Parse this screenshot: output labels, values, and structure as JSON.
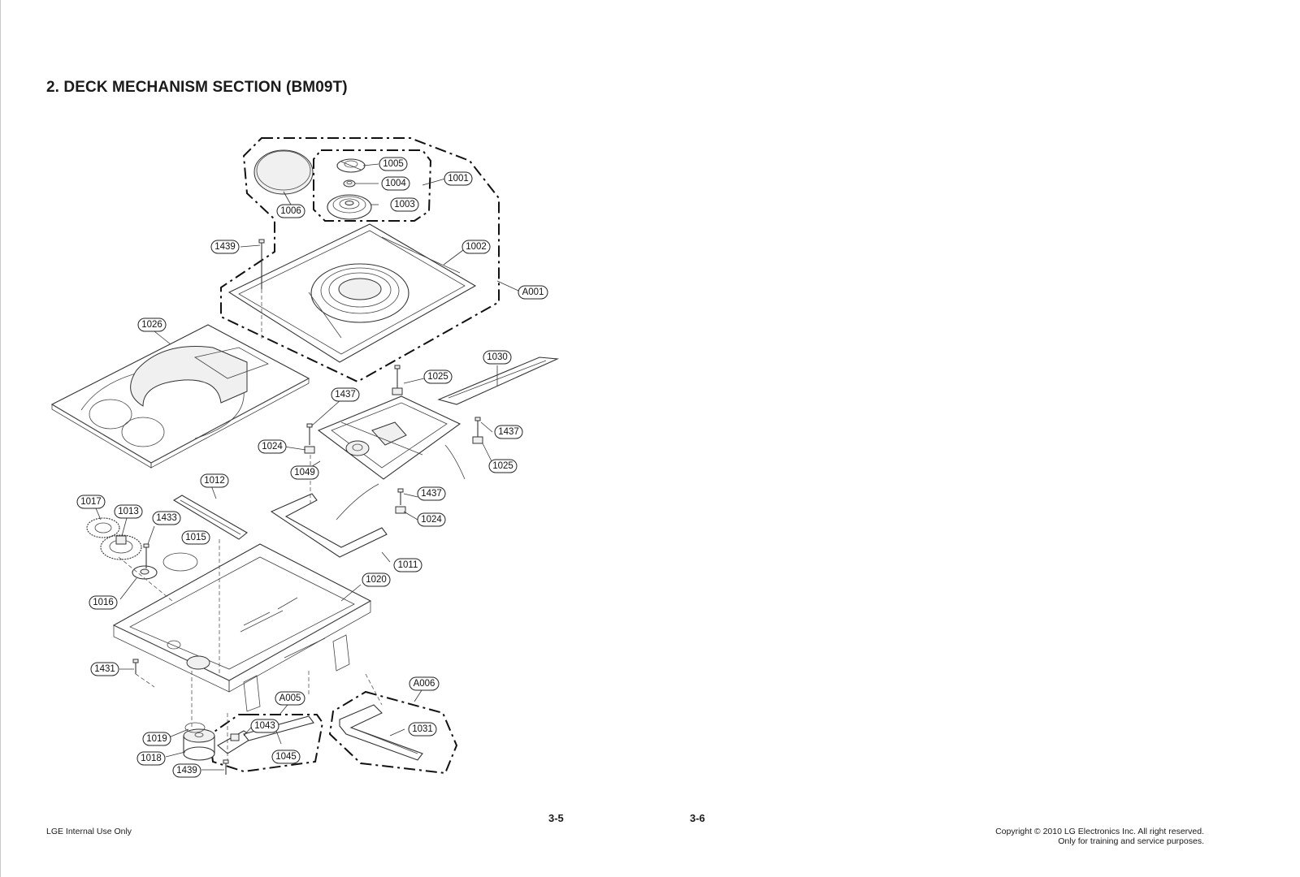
{
  "title": "2. DECK MECHANISM SECTION (BM09T)",
  "labels": {
    "p1005": "1005",
    "p1004": "1004",
    "p1001": "1001",
    "p1003": "1003",
    "p1006": "1006",
    "p1439a": "1439",
    "p1002": "1002",
    "pA001": "A001",
    "p1026": "1026",
    "p1030": "1030",
    "p1025a": "1025",
    "p1437a": "1437",
    "p1437b": "1437",
    "p1024a": "1024",
    "p1049": "1049",
    "p1025b": "1025",
    "p1437c": "1437",
    "p1024b": "1024",
    "p1012": "1012",
    "p1017": "1017",
    "p1013": "1013",
    "p1433": "1433",
    "p1015": "1015",
    "p1011": "1011",
    "p1020": "1020",
    "p1016": "1016",
    "p1431": "1431",
    "pA006": "A006",
    "pA005": "A005",
    "p1043": "1043",
    "p1031": "1031",
    "p1019": "1019",
    "p1018": "1018",
    "p1045": "1045",
    "p1439b": "1439"
  },
  "footer": {
    "left": "LGE Internal Use Only",
    "page_left": "3-5",
    "page_right": "3-6",
    "copyright_line1": "Copyright © 2010 LG Electronics Inc. All right reserved.",
    "copyright_line2": "Only for training and service purposes."
  }
}
